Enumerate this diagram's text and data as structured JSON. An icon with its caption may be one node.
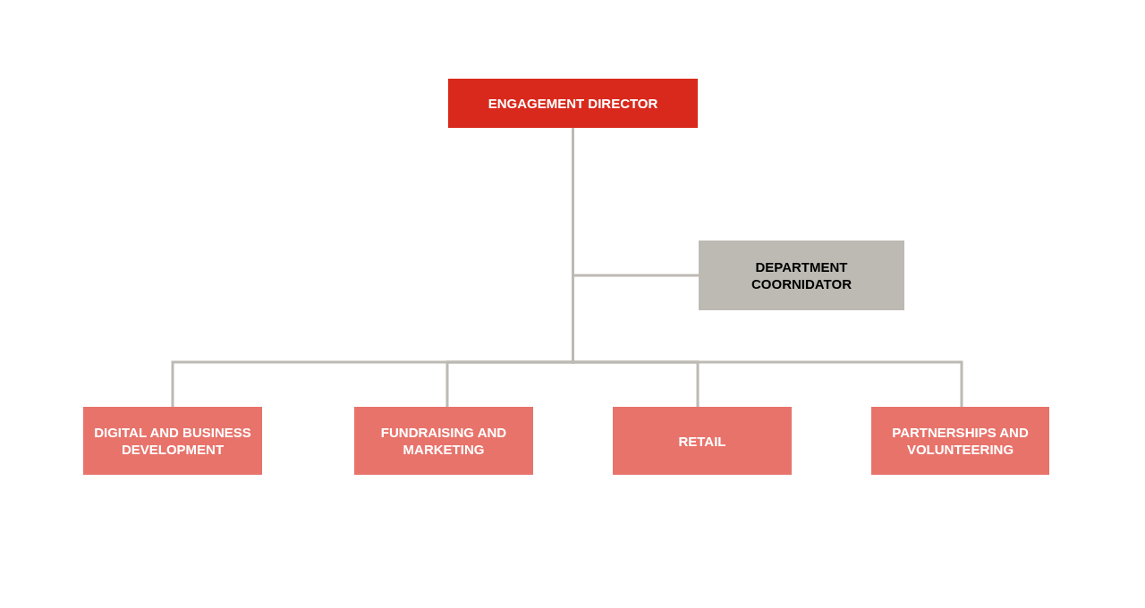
{
  "diagram": {
    "nodes": [
      {
        "text": [
          "ENGAGEMENT DIRECTOR"
        ]
      },
      {
        "text": [
          "DEPARTMENT COORNIDATOR"
        ]
      },
      {
        "text": [
          "DIGITAL AND BUSINESS DEVELOPMENT"
        ]
      },
      {
        "text": [
          "FUNDRAISING AND MARKETING"
        ]
      },
      {
        "text": [
          "RETAIL"
        ]
      },
      {
        "text": [
          "PARTNERSHIPS AND VOLUNTEERING"
        ]
      }
    ],
    "edges": [
      {
        "from": 0,
        "to": 1,
        "arrow": "none"
      },
      {
        "from": 0,
        "to": 2,
        "arrow": "none"
      },
      {
        "from": 0,
        "to": 3,
        "arrow": "none"
      },
      {
        "from": 0,
        "to": 4,
        "arrow": "none"
      },
      {
        "from": 0,
        "to": 5,
        "arrow": "none"
      }
    ]
  }
}
